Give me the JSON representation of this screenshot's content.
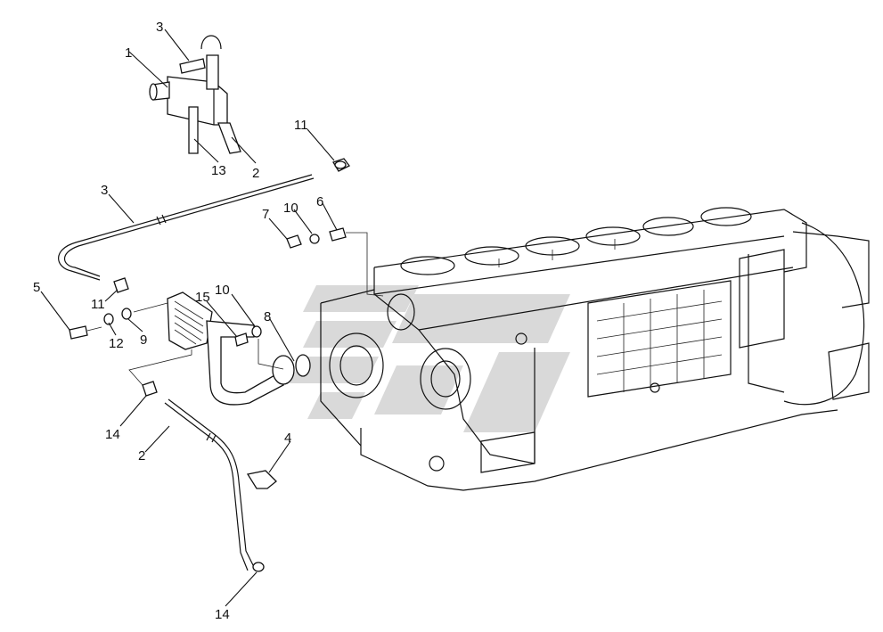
{
  "diagram": {
    "callouts": [
      {
        "id": "c1",
        "text": "1"
      },
      {
        "id": "c3a",
        "text": "3"
      },
      {
        "id": "c13",
        "text": "13"
      },
      {
        "id": "c2a",
        "text": "2"
      },
      {
        "id": "c11a",
        "text": "11"
      },
      {
        "id": "c3b",
        "text": "3"
      },
      {
        "id": "c7",
        "text": "7"
      },
      {
        "id": "c10a",
        "text": "10"
      },
      {
        "id": "c6",
        "text": "6"
      },
      {
        "id": "c5",
        "text": "5"
      },
      {
        "id": "c11b",
        "text": "11"
      },
      {
        "id": "c12",
        "text": "12"
      },
      {
        "id": "c9",
        "text": "9"
      },
      {
        "id": "c15",
        "text": "15"
      },
      {
        "id": "c10b",
        "text": "10"
      },
      {
        "id": "c8",
        "text": "8"
      },
      {
        "id": "c14a",
        "text": "14"
      },
      {
        "id": "c2b",
        "text": "2"
      },
      {
        "id": "c4",
        "text": "4"
      },
      {
        "id": "c14b",
        "text": "14"
      }
    ]
  }
}
